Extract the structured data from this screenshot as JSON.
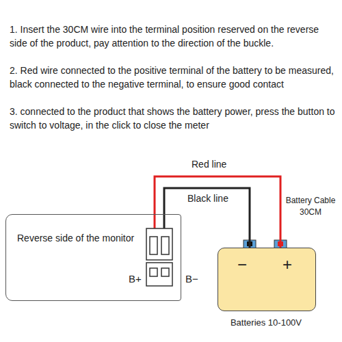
{
  "diagram": {
    "nodes": [
      {
        "text": [
          "Reverse side of the monitor"
        ]
      },
      {
        "text": [
          "−",
          "+",
          "Batteries 10-100V"
        ]
      }
    ],
    "edges": [
      {
        "from": 0,
        "to": 1,
        "arrow": "none",
        "label": "Red line"
      },
      {
        "from": 0,
        "to": 1,
        "arrow": "none",
        "label": "Black line"
      }
    ],
    "labels": [
      "1. Insert the 30CM wire into the terminal position reserved on the reverse side of the product, pay attention to the direction of the buckle.",
      "2. Red wire connected to the positive terminal of the battery to be measured, black connected to the negative terminal, to ensure good contact",
      "3. connected to the product that shows the battery power, press the button to switch to voltage, in the click to close the meter",
      "Battery Cable 30CM",
      "B+",
      "B−"
    ]
  }
}
